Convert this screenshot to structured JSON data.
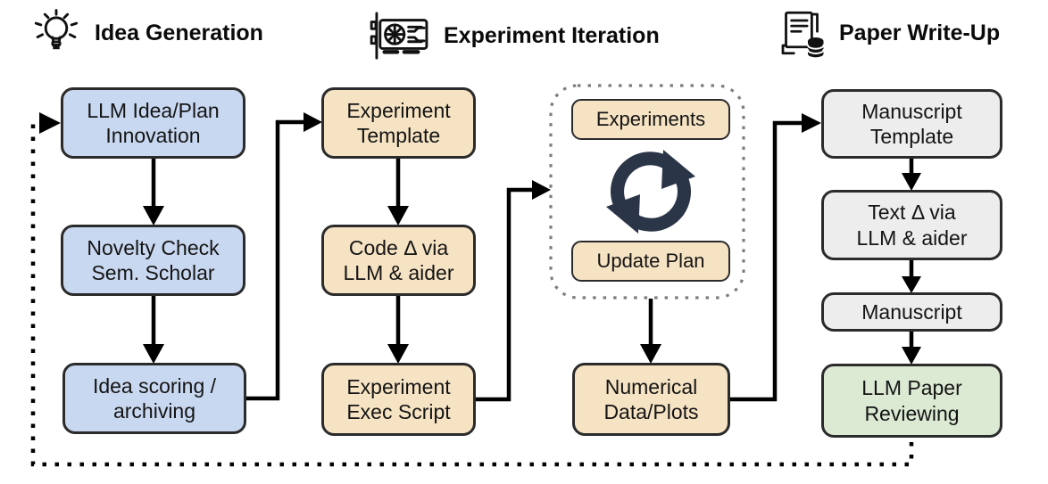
{
  "sections": {
    "idea": {
      "label": "Idea Generation",
      "icon": "lightbulb-icon"
    },
    "experiment": {
      "label": "Experiment Iteration",
      "icon": "gpu-icon"
    },
    "paper": {
      "label": "Paper Write-Up",
      "icon": "paper-database-icon"
    }
  },
  "nodes": {
    "llm_idea_plan": {
      "label": "LLM Idea/Plan\nInnovation"
    },
    "novelty_check": {
      "label": "Novelty Check\nSem. Scholar"
    },
    "idea_scoring": {
      "label": "Idea scoring /\narchiving"
    },
    "experiment_template": {
      "label": "Experiment\nTemplate"
    },
    "code_delta": {
      "label": "Code Δ via\nLLM & aider"
    },
    "experiment_exec": {
      "label": "Experiment\nExec Script"
    },
    "experiments": {
      "label": "Experiments"
    },
    "update_plan": {
      "label": "Update Plan"
    },
    "numerical_data": {
      "label": "Numerical\nData/Plots"
    },
    "manuscript_template": {
      "label": "Manuscript\nTemplate"
    },
    "text_delta": {
      "label": "Text Δ via\nLLM & aider"
    },
    "manuscript": {
      "label": "Manuscript"
    },
    "llm_paper_reviewing": {
      "label": "LLM Paper\nReviewing"
    }
  },
  "colors": {
    "idea_generation_fill": "#c9d8f1",
    "experiment_iteration_fill": "#f6e3c3",
    "paper_writeup_fill": "#ededed",
    "review_fill": "#dcead4",
    "box_border": "#2b2b2b",
    "cycle_icon": "#2b3548",
    "loop_border_dotted": "#7d7d7d",
    "arrow": "#000000"
  }
}
